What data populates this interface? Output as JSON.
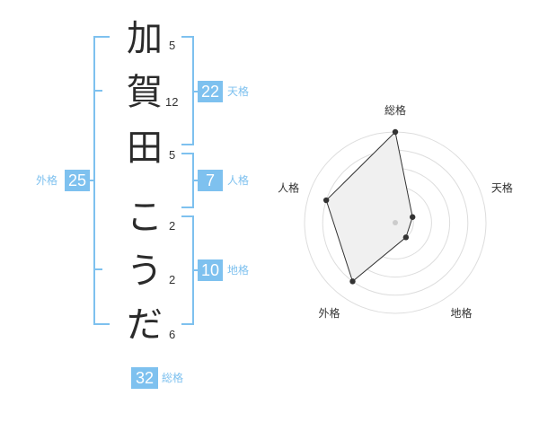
{
  "name_chars": [
    "加",
    "賀",
    "田",
    "こ",
    "う",
    "だ"
  ],
  "stroke_counts": [
    "5",
    "12",
    "5",
    "2",
    "2",
    "6"
  ],
  "kakaku": {
    "tenkaku": {
      "value": "22",
      "label": "天格"
    },
    "jinkaku": {
      "value": "7",
      "label": "人格"
    },
    "chikaku": {
      "value": "10",
      "label": "地格"
    },
    "gaikaku": {
      "value": "25",
      "label": "外格"
    },
    "soukaku": {
      "value": "32",
      "label": "総格"
    }
  },
  "chart_data": {
    "type": "radar",
    "axes": [
      "総格",
      "天格",
      "地格",
      "外格",
      "人格"
    ],
    "values": [
      5,
      1,
      1,
      4,
      4
    ],
    "max": 5,
    "rings": 5,
    "colors": {
      "fill": "#f0f0f0",
      "line": "#333333",
      "ring": "#dddddd",
      "accent": "#7ec1ef"
    }
  }
}
